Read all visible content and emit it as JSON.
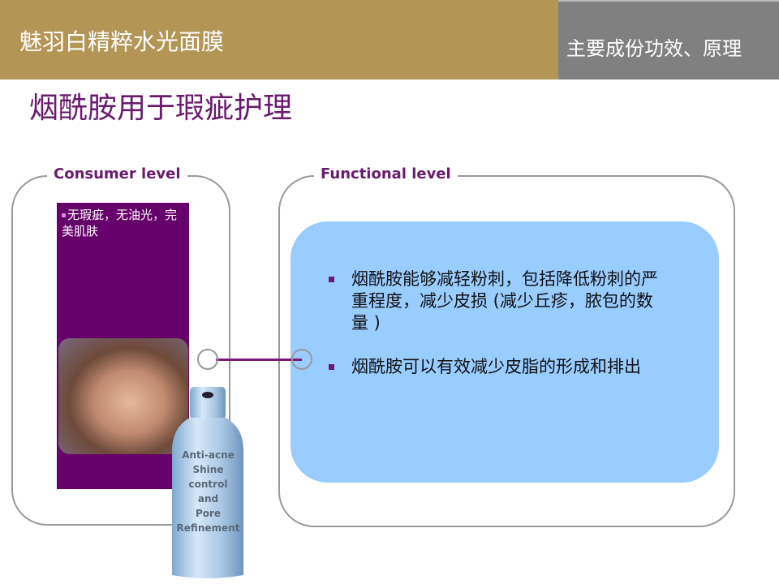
{
  "header": {
    "product_title": "魅羽白精粹水光面膜",
    "section_title": "主要成份功效、原理"
  },
  "page_title": "烟酰胺用于瑕疵护理",
  "consumer": {
    "label": "Consumer level",
    "text": "无瑕疵，无油光，完美肌肤"
  },
  "bottle": {
    "label_lines": [
      "Anti-acne",
      "Shine",
      "control",
      "and",
      "Pore",
      "Refinement"
    ]
  },
  "functional": {
    "label": "Functional level",
    "bullets": [
      "烟酰胺能够减轻粉刺，包括降低粉刺的严重程度，减少皮损 (减少丘疹，脓包的数量 )",
      "烟酰胺可以有效减少皮脂的形成和排出"
    ]
  },
  "colors": {
    "gold": "#b39556",
    "gray": "#808080",
    "purple": "#66006a",
    "blue": "#99ccff"
  }
}
